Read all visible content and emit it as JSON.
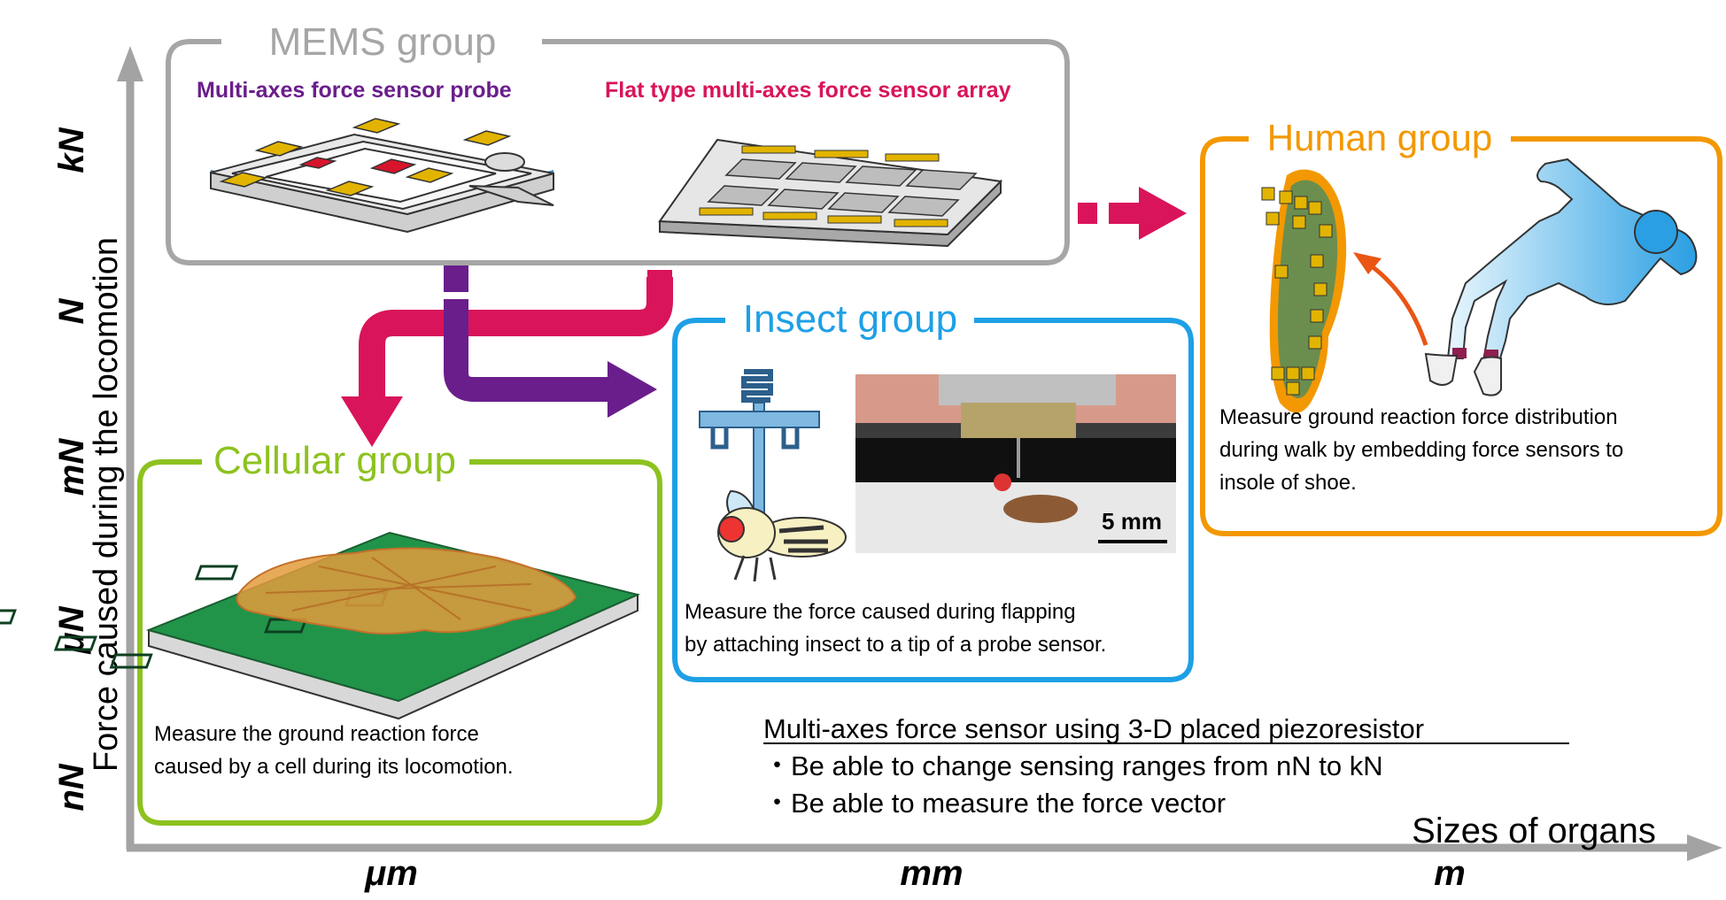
{
  "axes": {
    "y_title": "Force caused during the locomotion",
    "y_ticks": [
      "nN",
      "μN",
      "mN",
      "N",
      "kN"
    ],
    "x_title": "Sizes of organs",
    "x_ticks": [
      "μm",
      "mm",
      "m"
    ],
    "axis_color": "#a3a3a3"
  },
  "mems": {
    "title": "MEMS group",
    "probe_label": "Multi-axes force sensor probe",
    "array_label": "Flat type multi-axes force sensor array",
    "color": "#a6a6a6",
    "probe_label_color": "#6a1e8c",
    "array_label_color": "#d9145a"
  },
  "human": {
    "title": "Human group",
    "desc_lines": [
      "Measure ground reaction force distribution",
      "during walk by embedding force sensors to",
      "insole of shoe."
    ],
    "color": "#f39800"
  },
  "insect": {
    "title": "Insect group",
    "scale_label": "5 mm",
    "desc_lines": [
      "Measure the force caused during flapping",
      "by attaching insect to a tip of a probe sensor."
    ],
    "color": "#1ea0e6"
  },
  "cellular": {
    "title": "Cellular group",
    "desc_lines": [
      "Measure the ground reaction force",
      "caused by a cell during its locomotion."
    ],
    "color": "#8dc21f"
  },
  "summary": {
    "heading": "Multi-axes force sensor using 3-D placed piezoresistor",
    "bullets": [
      "・Be able to change sensing ranges from nN to kN",
      "・Be able to measure the force vector"
    ]
  },
  "arrow_colors": {
    "magenta": "#d9145a",
    "purple": "#6a1e8c",
    "orange": "#ea5514"
  }
}
